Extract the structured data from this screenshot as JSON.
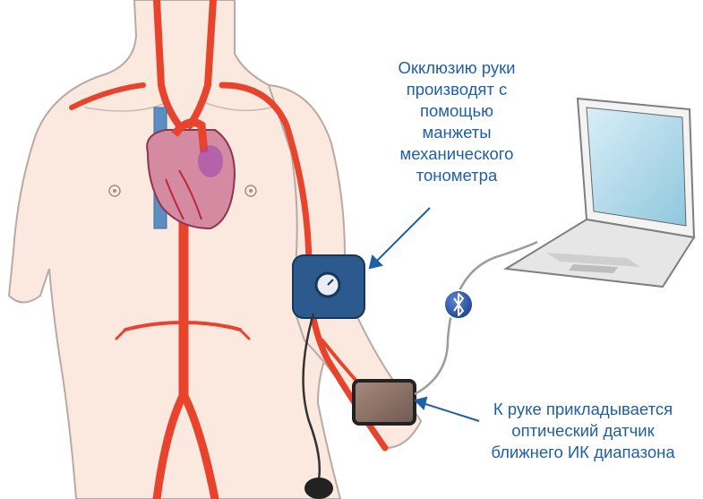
{
  "annotations": {
    "occlusion": {
      "lines": [
        "Окклюзию руки",
        "производят с",
        "помощью",
        "манжеты",
        "механического",
        "тонометра"
      ]
    },
    "sensor": {
      "lines": [
        "К руке прикладывается",
        "оптический датчик",
        "ближнего ИК диапазона"
      ]
    }
  },
  "icons": {
    "bluetooth": "bluetooth-icon",
    "gauge": "pressure-gauge-icon",
    "laptop": "laptop-icon",
    "sensor": "nir-sensor-icon"
  },
  "colors": {
    "label_text": "#1f5fa8",
    "artery": "#e8432c",
    "vein": "#5a8fc4",
    "heart": "#c04a6a",
    "cuff": "#2d5a8e",
    "skin": "#fbe9df",
    "outline": "#9a8f8a"
  }
}
